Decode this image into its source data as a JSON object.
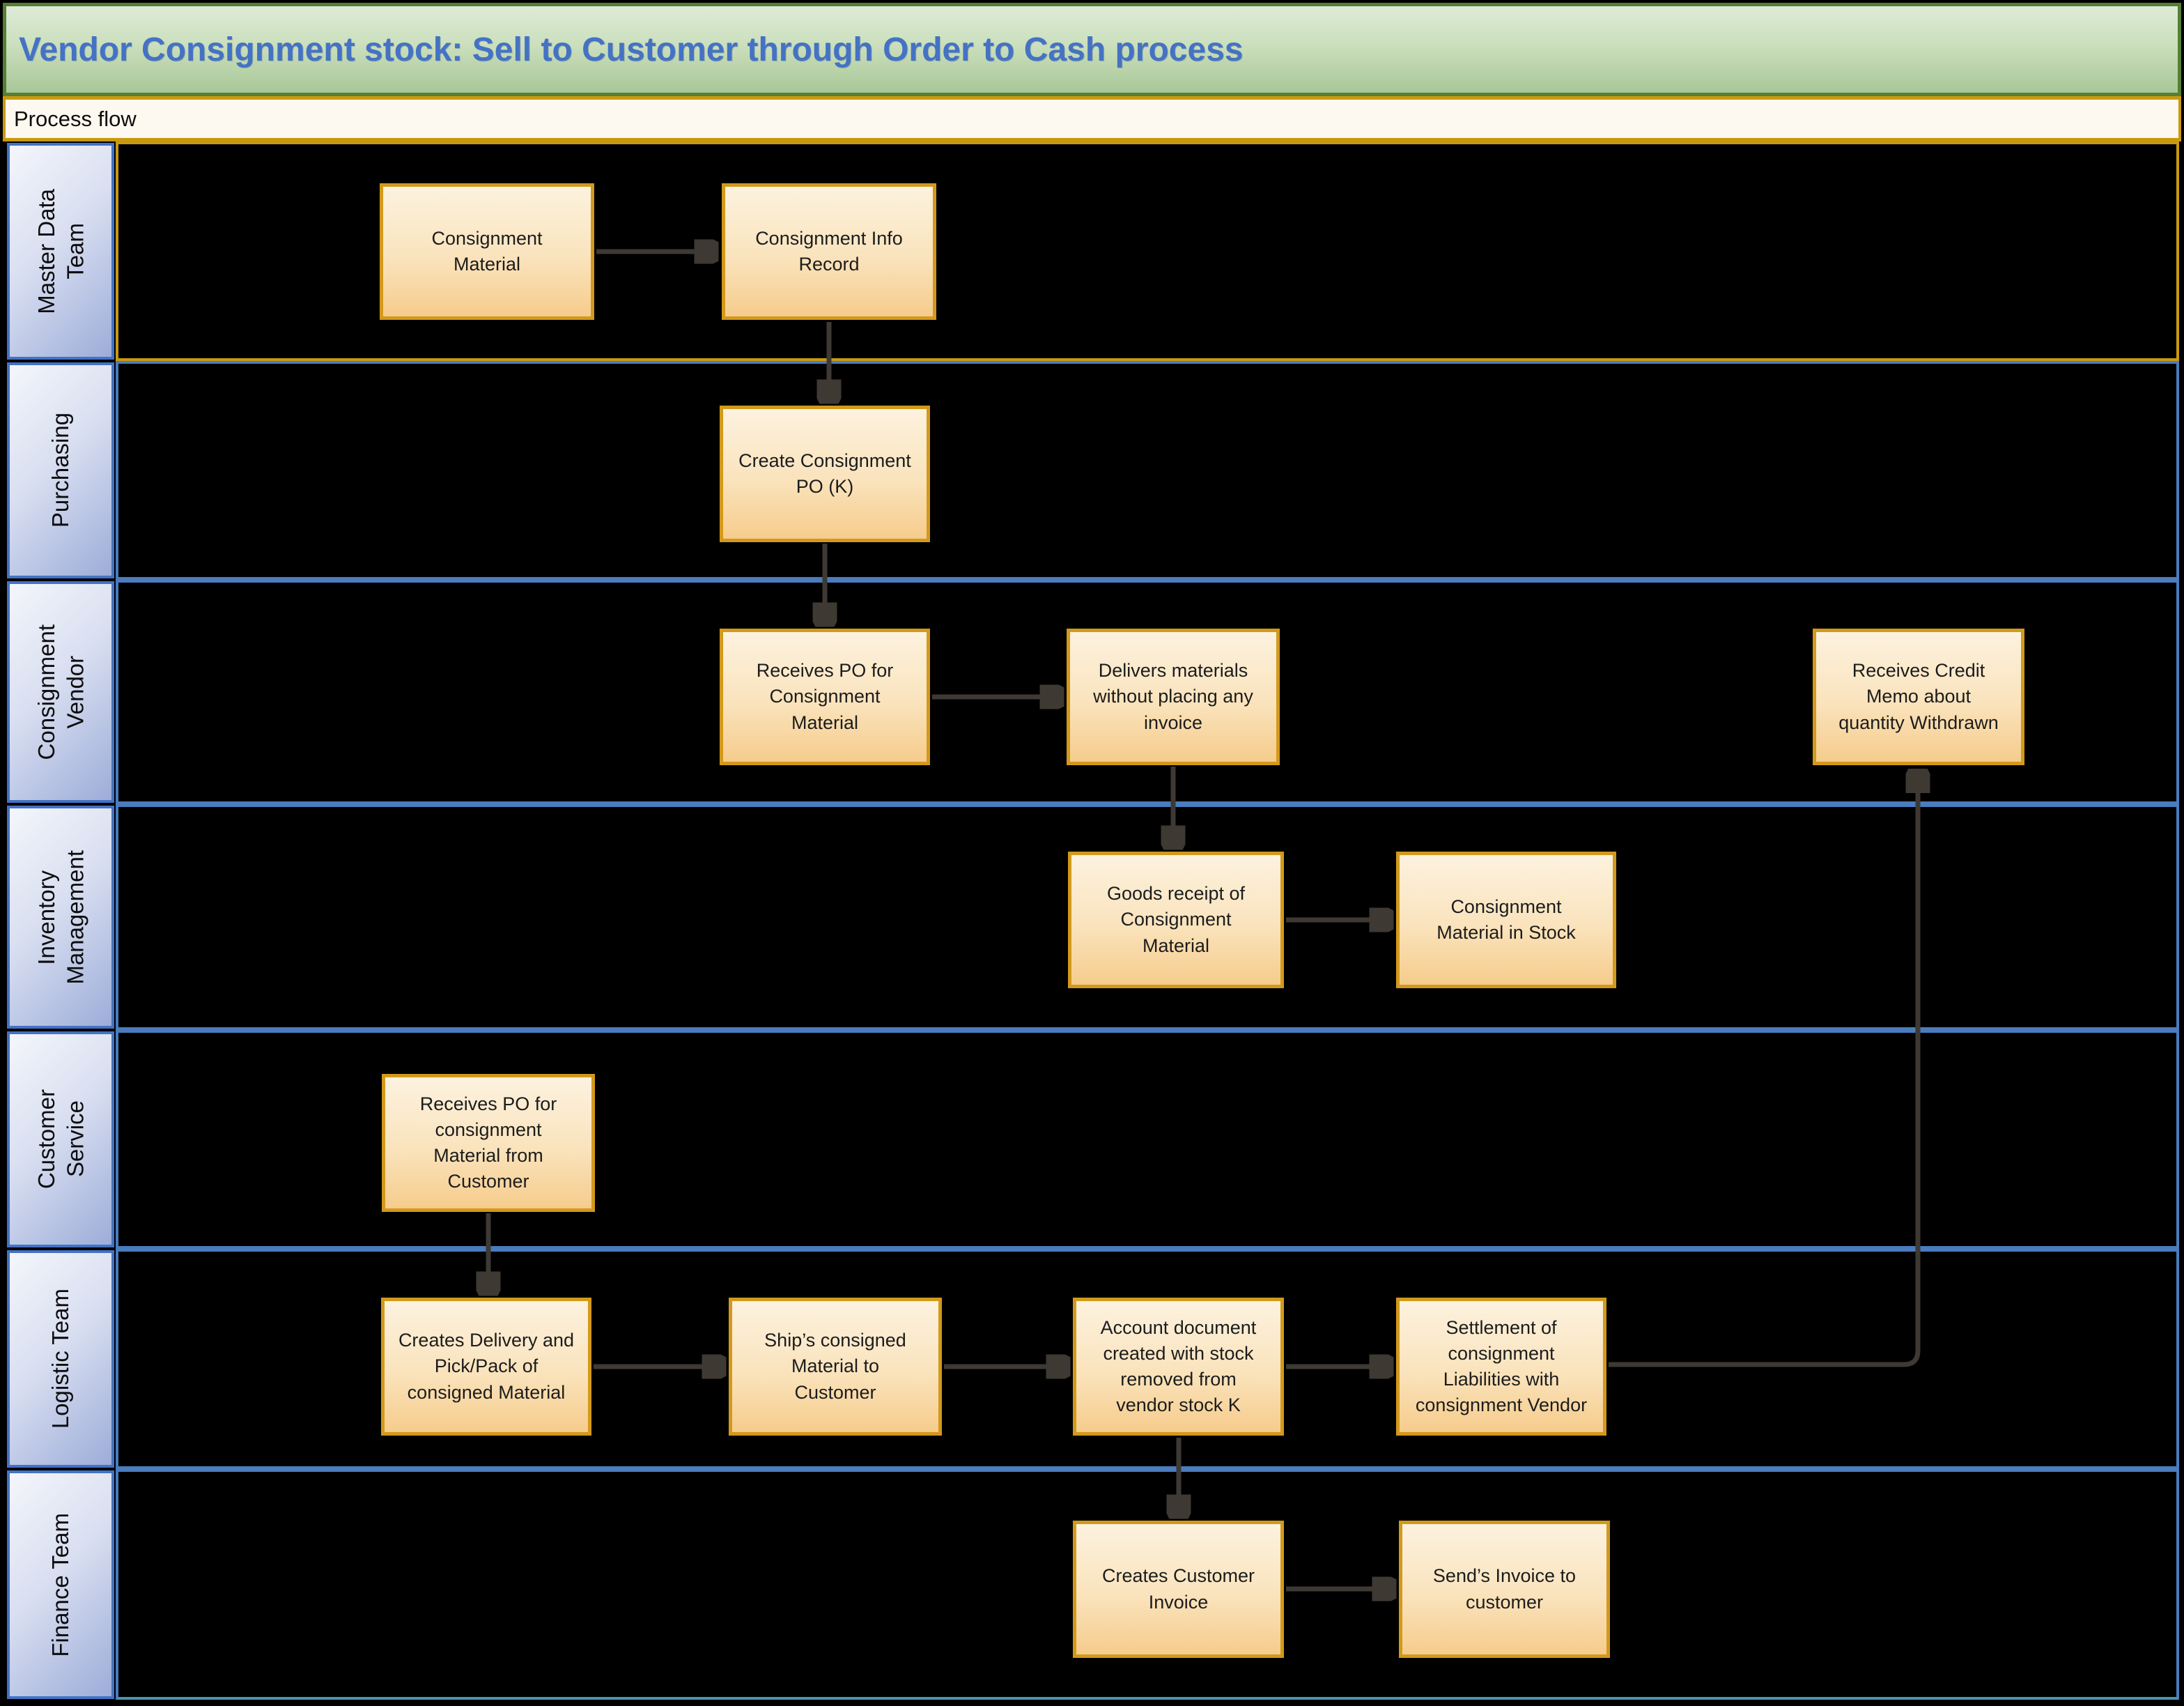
{
  "title": "Vendor Consignment stock: Sell to Customer through Order to Cash process",
  "subtitle": "Process flow",
  "colors": {
    "background": "#000000",
    "title_text": "#4472C4",
    "title_bg_top": "#DEEBD7",
    "title_bg_bottom": "#A8C798",
    "title_border_green": "#567F34",
    "gold_line": "#C9990F",
    "subtitle_bg": "#FDF8F0",
    "lane_label_border": "#4472C4",
    "lane_label_grad_light": "#F4F6FB",
    "lane_label_grad_dark": "#9DADD9",
    "lane_separator_blue": "#4A7CBE",
    "bottom_line_teal": "#4B93A9",
    "box_border_gold": "#D2991B",
    "box_grad_top": "#FCF2DF",
    "box_grad_bottom": "#F6CC8C",
    "arrow": "#3E3933"
  },
  "lanes": [
    {
      "id": "master-data-team",
      "label": "Master Data\nTeam"
    },
    {
      "id": "purchasing",
      "label": "Purchasing"
    },
    {
      "id": "consignment-vendor",
      "label": "Consignment\nVendor"
    },
    {
      "id": "inventory-management",
      "label": "Inventory\nManagement"
    },
    {
      "id": "customer-service",
      "label": "Customer\nService"
    },
    {
      "id": "logistic-team",
      "label": "Logistic Team"
    },
    {
      "id": "finance-team",
      "label": "Finance Team"
    }
  ],
  "nodes": [
    {
      "id": "consignment-material",
      "lane": "master-data-team",
      "label": "Consignment\nMaterial"
    },
    {
      "id": "consignment-info-record",
      "lane": "master-data-team",
      "label": "Consignment Info\nRecord"
    },
    {
      "id": "create-consignment-po",
      "lane": "purchasing",
      "label": "Create Consignment\nPO (K)"
    },
    {
      "id": "receives-po-consignment",
      "lane": "consignment-vendor",
      "label": "Receives PO for\nConsignment\nMaterial"
    },
    {
      "id": "delivers-materials",
      "lane": "consignment-vendor",
      "label": "Delivers materials\nwithout placing any\ninvoice"
    },
    {
      "id": "receives-credit-memo",
      "lane": "consignment-vendor",
      "label": "Receives Credit\nMemo about\nquantity Withdrawn"
    },
    {
      "id": "goods-receipt",
      "lane": "inventory-management",
      "label": "Goods receipt of\nConsignment\nMaterial"
    },
    {
      "id": "material-in-stock",
      "lane": "inventory-management",
      "label": "Consignment\nMaterial in Stock"
    },
    {
      "id": "receives-po-customer",
      "lane": "customer-service",
      "label": "Receives PO for\nconsignment\nMaterial from\nCustomer"
    },
    {
      "id": "creates-delivery",
      "lane": "logistic-team",
      "label": "Creates Delivery and\nPick/Pack of\nconsigned Material"
    },
    {
      "id": "ships-consigned",
      "lane": "logistic-team",
      "label": "Ship’s consigned\nMaterial to\nCustomer"
    },
    {
      "id": "account-document",
      "lane": "logistic-team",
      "label": "Account document\ncreated with stock\nremoved from\nvendor stock K"
    },
    {
      "id": "settlement",
      "lane": "logistic-team",
      "label": "Settlement of\nconsignment\nLiabilities with\nconsignment Vendor"
    },
    {
      "id": "creates-customer-invoice",
      "lane": "finance-team",
      "label": "Creates Customer\nInvoice"
    },
    {
      "id": "sends-invoice",
      "lane": "finance-team",
      "label": "Send’s Invoice to\ncustomer"
    }
  ],
  "edges": [
    {
      "from": "consignment-material",
      "to": "consignment-info-record"
    },
    {
      "from": "consignment-info-record",
      "to": "create-consignment-po"
    },
    {
      "from": "create-consignment-po",
      "to": "receives-po-consignment"
    },
    {
      "from": "receives-po-consignment",
      "to": "delivers-materials"
    },
    {
      "from": "delivers-materials",
      "to": "goods-receipt"
    },
    {
      "from": "goods-receipt",
      "to": "material-in-stock"
    },
    {
      "from": "receives-po-customer",
      "to": "creates-delivery"
    },
    {
      "from": "creates-delivery",
      "to": "ships-consigned"
    },
    {
      "from": "ships-consigned",
      "to": "account-document"
    },
    {
      "from": "account-document",
      "to": "settlement"
    },
    {
      "from": "settlement",
      "to": "receives-credit-memo"
    },
    {
      "from": "account-document",
      "to": "creates-customer-invoice"
    },
    {
      "from": "creates-customer-invoice",
      "to": "sends-invoice"
    }
  ]
}
